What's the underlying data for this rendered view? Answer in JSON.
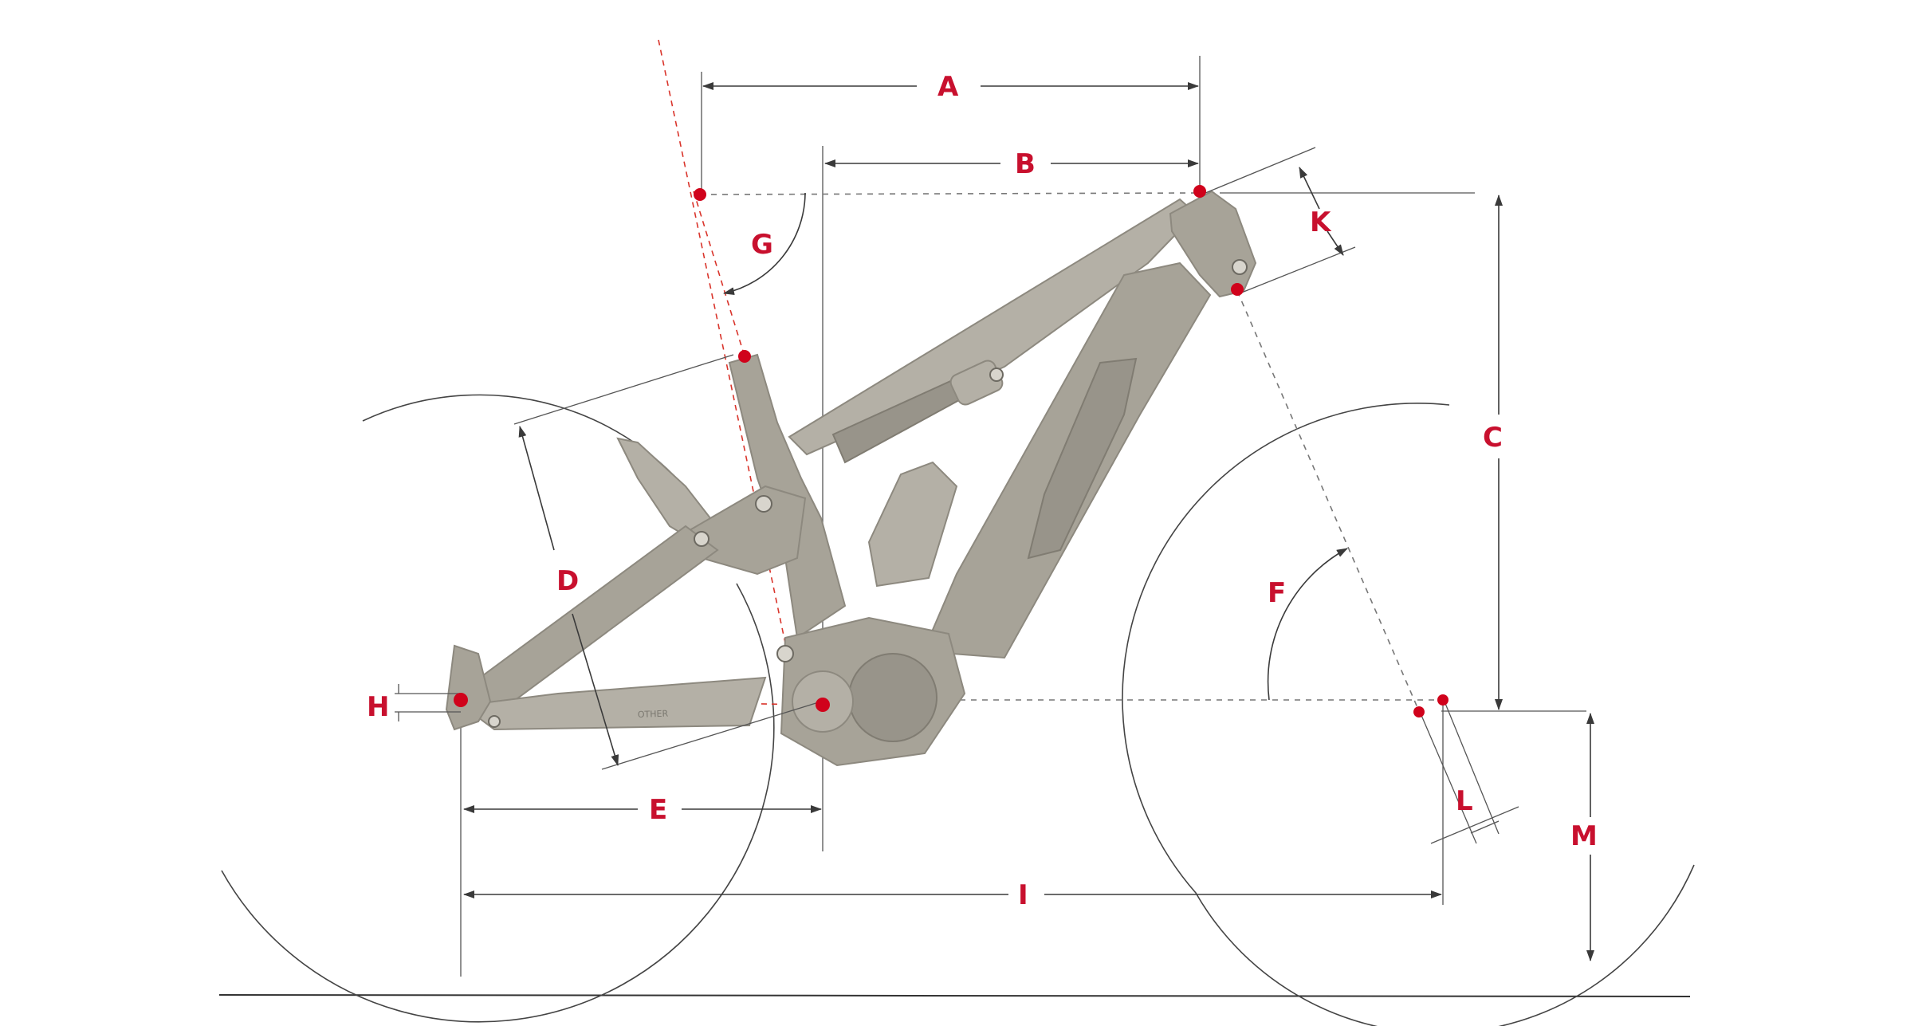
{
  "diagram": {
    "labels": {
      "A": "A",
      "B": "B",
      "C": "C",
      "D": "D",
      "E": "E",
      "F": "F",
      "G": "G",
      "H": "H",
      "I": "I",
      "K": "K",
      "L": "L",
      "M": "M"
    },
    "downtube_graphic_text": "OTHER"
  },
  "colors": {
    "accent_red": "#d0021b",
    "frame_gray": "#a7a398",
    "line_dark": "#3a3a3a"
  }
}
